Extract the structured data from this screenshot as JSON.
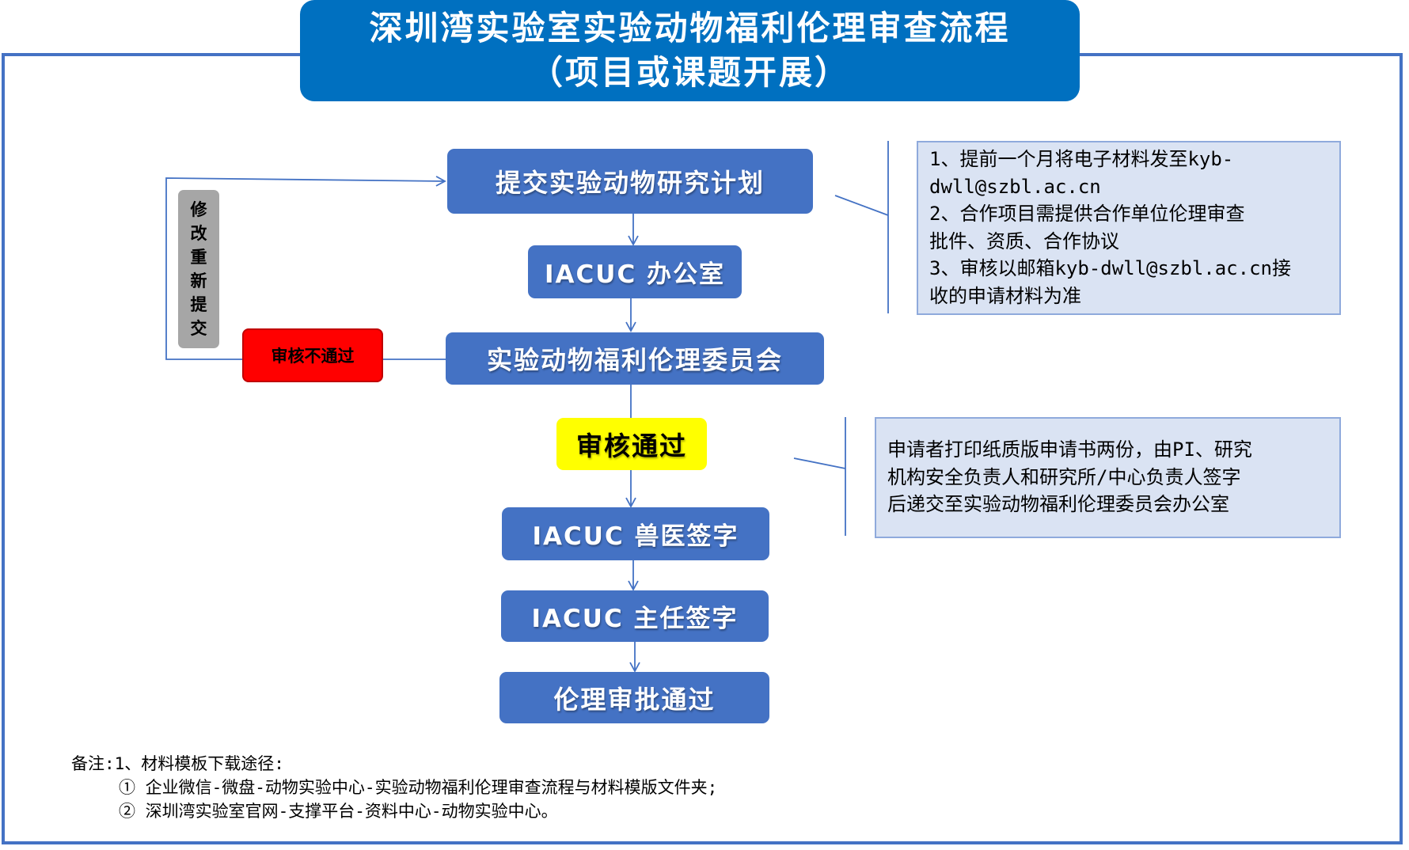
{
  "title": {
    "line1": "深圳湾实验室实验动物福利伦理审查流程",
    "line2": "（项目或课题开展）"
  },
  "nodes": {
    "submit": "提交实验动物研究计划",
    "office": "IACUC 办公室",
    "committee": "实验动物福利伦理委员会",
    "approved": "审核通过",
    "vet_sign": "IACUC 兽医签字",
    "director_sign": "IACUC 主任签字",
    "final": "伦理审批通过",
    "rejected": "审核不通过",
    "revise_chars": [
      "修",
      "改",
      "重",
      "新",
      "提",
      "交"
    ]
  },
  "note_top": [
    "1、提前一个月将电子材料发至kyb-",
    "dwll@szbl.ac.cn",
    "2、合作项目需提供合作单位伦理审查",
    "批件、资质、合作协议",
    "3、审核以邮箱kyb-dwll@szbl.ac.cn接",
    "收的申请材料为准"
  ],
  "note_mid": [
    "申请者打印纸质版申请书两份，由PI、研究",
    "机构安全负责人和研究所/中心负责人签字",
    "后递交至实验动物福利伦理委员会办公室"
  ],
  "footer": {
    "line1": "备注:1、材料模板下载途径:",
    "line2": "① 企业微信-微盘-动物实验中心-实验动物福利伦理审查流程与材料模版文件夹;",
    "line3": "② 深圳湾实验室官网-支撑平台-资料中心-动物实验中心。"
  },
  "colors": {
    "node_fill": "#4472C4",
    "title_fill": "#0070C0",
    "reject_fill": "#FF0000",
    "pass_fill": "#FFFF00",
    "note_fill": "#DAE3F3",
    "revise_fill": "#A6A6A6"
  }
}
